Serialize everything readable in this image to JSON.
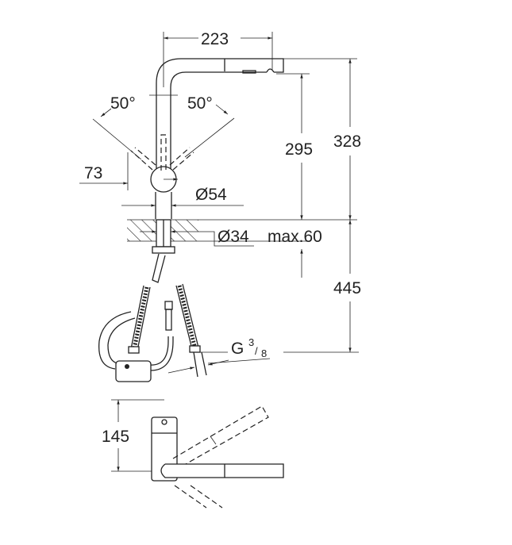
{
  "title": "Faucet dimension drawing",
  "dimensions": {
    "spout_reach": "223",
    "angle_left": "50°",
    "angle_right": "50°",
    "lever_offset": "73",
    "body_diameter": "Ø54",
    "hole_diameter": "Ø34",
    "deck_thickness": "max.60",
    "spout_height": "295",
    "total_height": "328",
    "hose_length": "445",
    "connection_g": "G",
    "connection_num": "3",
    "connection_den": "8",
    "top_view_depth": "145"
  }
}
